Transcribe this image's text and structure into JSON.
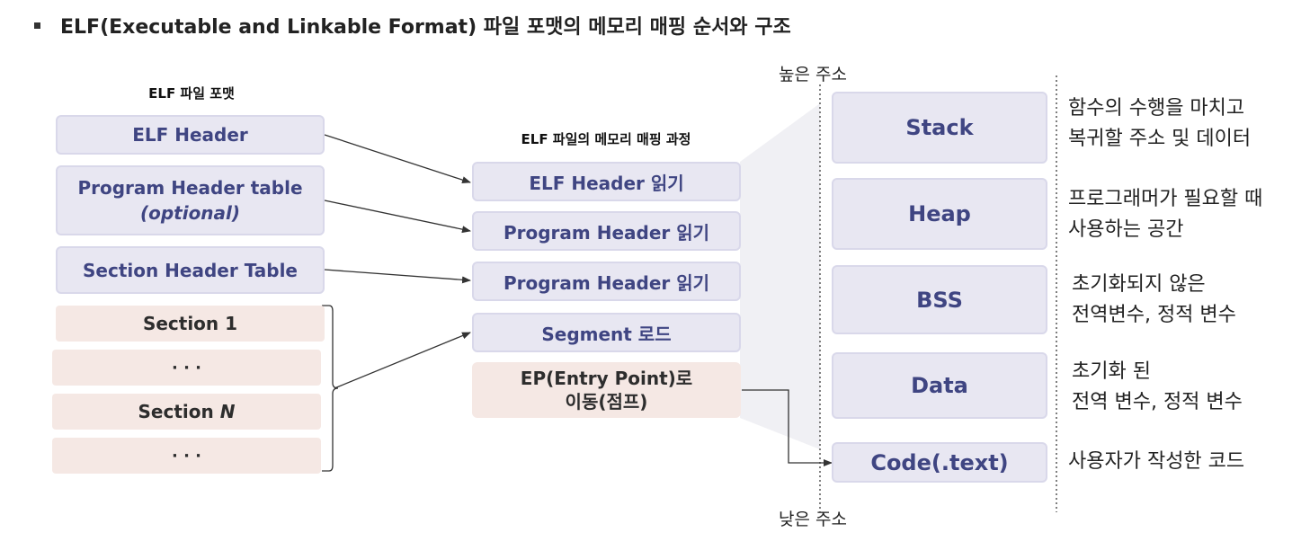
{
  "title": "ELF(Executable and Linkable  Format) 파일 포맷의 메모리 매핑 순서와 구조",
  "elf_format": {
    "heading": "ELF 파일 포맷",
    "elf_header": "ELF Header",
    "program_header_table": "Program Header table",
    "program_header_optional": "(optional)",
    "section_header_table": "Section Header Table",
    "section_1": "Section 1",
    "ellipsis_1": "· · ·",
    "section_n_prefix": "Section ",
    "section_n_var": "N",
    "ellipsis_2": "· · ·"
  },
  "mapping_process": {
    "heading": "ELF 파일의 메모리 매핑 과정",
    "step1": "ELF Header 읽기",
    "step2": "Program Header 읽기",
    "step3": "Program Header 읽기",
    "step4": "Segment 로드",
    "step5_line1": "EP(Entry Point)로",
    "step5_line2": "이동(점프)"
  },
  "memory_layout": {
    "high_address": "높은 주소",
    "low_address": "낮은 주소",
    "segments": {
      "stack": "Stack",
      "heap": "Heap",
      "bss": "BSS",
      "data": "Data",
      "code": "Code(.text)"
    },
    "descriptions": {
      "stack_line1": "함수의 수행을 마치고",
      "stack_line2": "복귀할 주소 및 데이터",
      "heap_line1": "프로그래머가 필요할 때",
      "heap_line2": "사용하는 공간",
      "bss_line1": "초기화되지 않은",
      "bss_line2": "전역변수, 정적 변수",
      "data_line1": "초기화 된",
      "data_line2": "전역 변수, 정적 변수",
      "code": "사용자가 작성한 코드"
    }
  },
  "colors": {
    "blue_box_fill": "#e8e7f2",
    "blue_box_border": "#d9d8ea",
    "blue_text": "#3f4582",
    "pink_box_fill": "#f5e8e4",
    "projection_fill": "#f0f0f4"
  }
}
